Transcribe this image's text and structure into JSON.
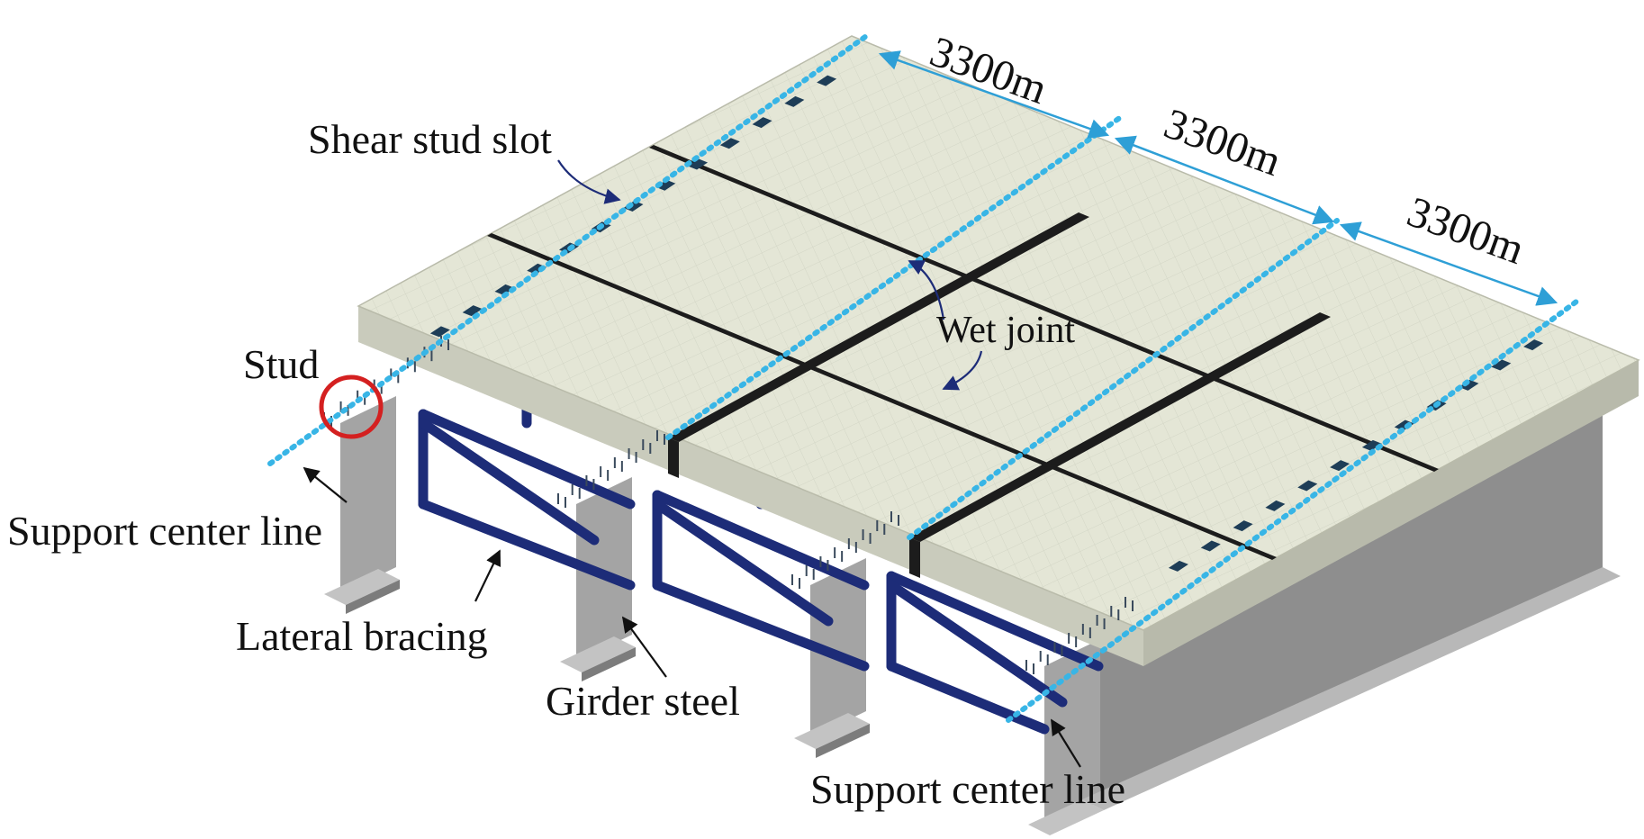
{
  "labels": {
    "shear_stud_slot": "Shear stud slot",
    "stud": "Stud",
    "support_center_line_top": "Support center line",
    "lateral_bracing": "Lateral bracing",
    "girder_steel": "Girder steel",
    "support_center_line_bottom": "Support center line",
    "wet_joint": "Wet joint"
  },
  "dimensions": {
    "span_1": "3300m",
    "span_2": "3300m",
    "span_3": "3300m"
  },
  "colors": {
    "deck_top": "#e4e6d6",
    "deck_edge": "#c9cbbc",
    "deck_grid": "#d3d6c6",
    "joint": "#1c1c1c",
    "girder_face": "#a4a4a4",
    "girder_dark": "#7c7c7c",
    "girder_light": "#c3c3c3",
    "bracing": "#1d2c78",
    "dim_arrow": "#2e9fd6",
    "center_line": "#38b5e6",
    "stud_circle": "#d42020",
    "slot": "#1e3d57"
  }
}
